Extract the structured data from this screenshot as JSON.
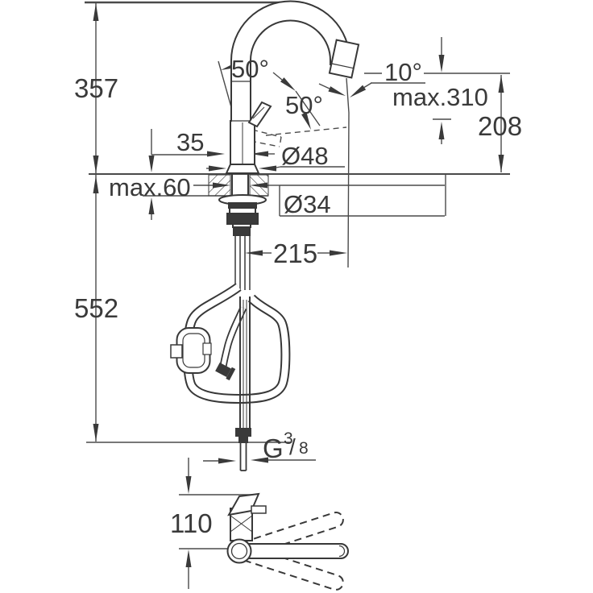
{
  "colors": {
    "line": "#3a3a3a",
    "background": "#ffffff"
  },
  "labels": {
    "total_height": "357",
    "hose_length_below": "552",
    "handle_angle": "50°",
    "spray_angle": "50°",
    "spout_angle": "10°",
    "max_height": "max.310",
    "outlet_height": "208",
    "body_width": "35",
    "base_diameter": "Ø48",
    "max_counter_thickness": "max.60",
    "hole_diameter": "Ø34",
    "spout_reach": "215",
    "thread_prefix": "G",
    "thread_numerator": "3",
    "thread_slash": "/",
    "thread_denominator": "8",
    "handle_offset": "110"
  }
}
